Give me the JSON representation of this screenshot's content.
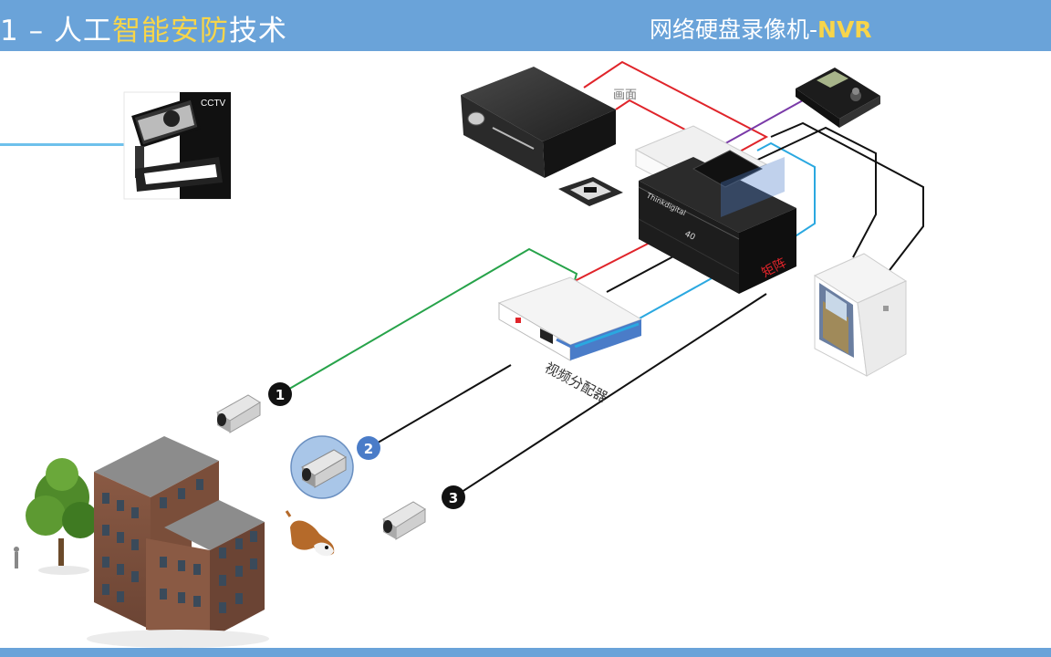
{
  "header": {
    "prefix": "1  –  ",
    "title_part1": "人工",
    "title_highlight": "智能安防",
    "title_part2": "技术",
    "right_text": "网络硬盘录像机-",
    "right_highlight": "NVR"
  },
  "logo": {
    "text": "CCTV"
  },
  "labels": {
    "video_distributor": "视频分配器",
    "matrix": "矩阵",
    "screen": "画面",
    "matrix_device": "Thinkdigital",
    "matrix_model": "40"
  },
  "markers": [
    "1",
    "2",
    "3"
  ],
  "colors": {
    "header_bg": "#6aa3d9",
    "highlight": "#f7d54a",
    "green_line": "#27a34a",
    "red_line": "#e0242a",
    "blue_line": "#2aa8e0",
    "purple_line": "#7a3aa8",
    "marker_active": "#4a7cc8"
  }
}
